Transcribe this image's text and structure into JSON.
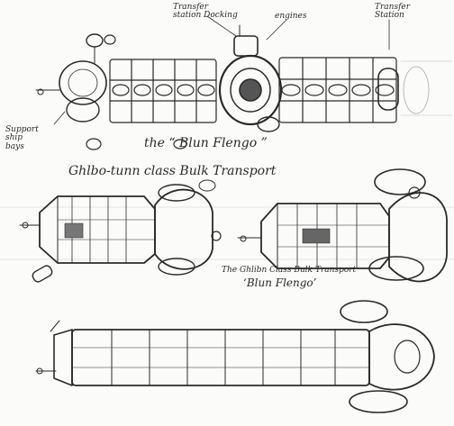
{
  "labels": {
    "transfer_docking": "Transfer\nstation Docking",
    "engines": "engines",
    "transfer_station": "Transfer\nStation",
    "support_bays": "Support\nship\nbays",
    "ship_name_top": "the “ Blun Flengo ”",
    "class_title_top": "Ghlbo-tunn class Bulk Transport",
    "class_title_mid": "The Ghlibn Class Bulk Transport",
    "ship_name_mid": "‘Blun Flengo’"
  },
  "colors": {
    "ink": "#2a2a2a",
    "paper": "#fbfbf9"
  }
}
